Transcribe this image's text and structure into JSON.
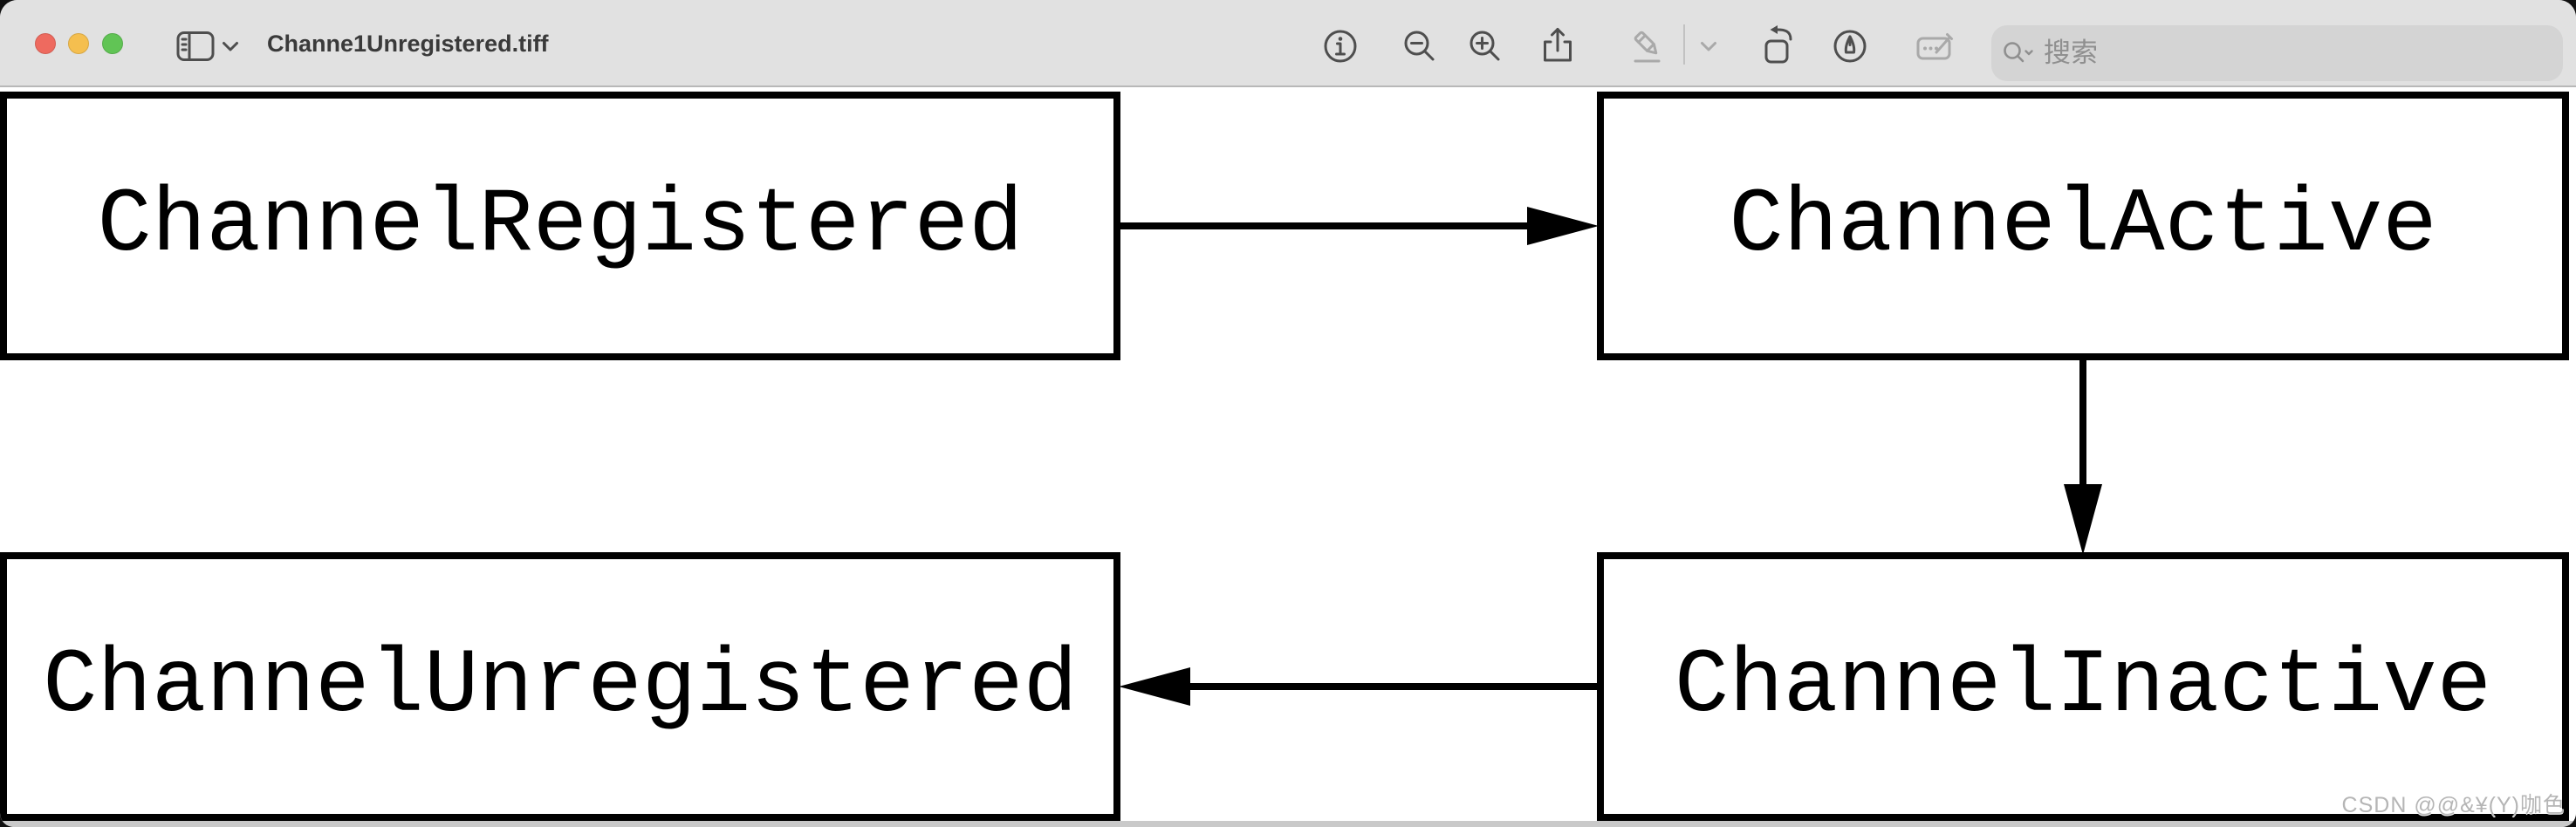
{
  "titlebar": {
    "title": "Channe1Unregistered.tiff",
    "search_placeholder": "搜索"
  },
  "toolbar": {
    "icons": [
      {
        "name": "sidebar-toggle-icon",
        "enabled": true
      },
      {
        "name": "sidebar-chevron-icon",
        "enabled": true
      },
      {
        "name": "info-icon",
        "enabled": true
      },
      {
        "name": "zoom-out-icon",
        "enabled": true
      },
      {
        "name": "zoom-in-icon",
        "enabled": true
      },
      {
        "name": "share-icon",
        "enabled": true
      },
      {
        "name": "markup-pencil-icon",
        "enabled": false
      },
      {
        "name": "markup-chevron-icon",
        "enabled": false
      },
      {
        "name": "rotate-left-icon",
        "enabled": true
      },
      {
        "name": "annotate-icon",
        "enabled": true
      },
      {
        "name": "fill-sign-icon",
        "enabled": false
      },
      {
        "name": "search-icon",
        "enabled": true
      }
    ]
  },
  "diagram": {
    "boxes": [
      {
        "id": "channel-registered",
        "label": "ChannelRegistered"
      },
      {
        "id": "channel-active",
        "label": "ChannelActive"
      },
      {
        "id": "channel-unregistered",
        "label": "ChannelUnregistered"
      },
      {
        "id": "channel-inactive",
        "label": "ChannelInactive"
      }
    ],
    "arrows": [
      {
        "from": "ChannelRegistered",
        "to": "ChannelActive",
        "direction": "right"
      },
      {
        "from": "ChannelActive",
        "to": "ChannelInactive",
        "direction": "down"
      },
      {
        "from": "ChannelInactive",
        "to": "ChannelUnregistered",
        "direction": "left"
      }
    ]
  },
  "watermark": "CSDN @@&¥(Y)咖色",
  "colors": {
    "titlebar_bg": "#e1e1e1",
    "search_bg": "#d4d4d4",
    "icon": "#4e4e4e",
    "icon_disabled": "#a9a9a9",
    "traffic_red": "#ee6a5f",
    "traffic_yellow": "#f5bf4f",
    "traffic_green": "#61c455",
    "box_stroke": "#000000"
  }
}
